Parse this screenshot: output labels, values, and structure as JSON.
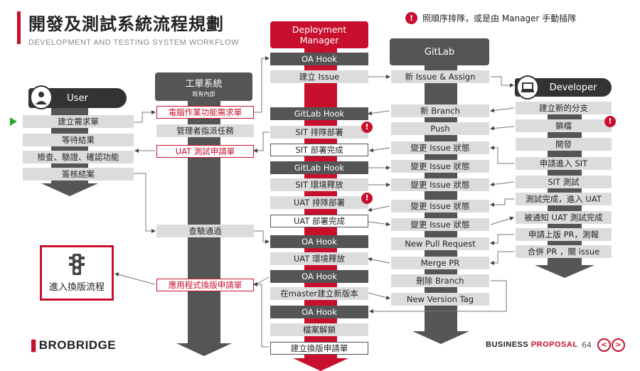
{
  "title": "開發及測試系統流程規劃",
  "subtitle": "DEVELOPMENT AND TESTING SYSTEM WORKFLOW",
  "note": {
    "icon": "!",
    "text": "照順序排隊，或是由 Manager 手動插隊"
  },
  "colors": {
    "accent": "#c8102e",
    "dark_gray": "#555555",
    "light_gray": "#dcdcdc"
  },
  "user": {
    "header": "User",
    "items": [
      "建立需求單",
      "等待結果",
      "檢查、驗證、確認功能",
      "簽核結案"
    ]
  },
  "ticket_system": {
    "header": "工單系統",
    "header_sub": "既有內部",
    "items": [
      "電腦作業功能需求單",
      "管理者指派任務",
      "UAT 測試申請單",
      "查驗通過",
      "應用程式換版申請單"
    ]
  },
  "deployment_manager": {
    "header": "Deployment Manager",
    "items": [
      "OA Hook",
      "建立 Issue",
      "GitLab Hook",
      "SIT 排隊部署",
      "SIT 部署完成",
      "GitLab Hook",
      "SIT 環境釋放",
      "UAT 排隊部署",
      "UAT 部署完成",
      "OA Hook",
      "UAT 環境釋放",
      "OA Hook",
      "在master建立新版本",
      "OA Hook",
      "檔案解鎖",
      "建立換版申請單"
    ]
  },
  "gitlab": {
    "header": "GitLab",
    "items": [
      "新 Issue & Assign",
      "新 Branch",
      "Push",
      "變更 Issue 狀態",
      "變更 Issue 狀態",
      "變更 Issue 狀態",
      "變更 Issue 狀態",
      "變更 Issue 狀態",
      "New Pull Request",
      "Merge PR",
      "刪除 Branch",
      "New Version Tag"
    ]
  },
  "developer": {
    "header": "Developer",
    "items": [
      "建立新的分支",
      "鎖檔",
      "開發",
      "申請進入 SIT",
      "SIT 測試",
      "測試完成，進入 UAT",
      "被通知 UAT 測試完成",
      "申請上版 PR，測報",
      "合併 PR ，關 issue"
    ]
  },
  "final": {
    "label": "進入換版流程",
    "icon": "traffic-light-icon"
  },
  "footer": {
    "logo": "BROBRIDGE",
    "business": "BUSINESS",
    "proposal": "PROPOSAL",
    "page": "64",
    "prev": "<",
    "next": ">"
  }
}
